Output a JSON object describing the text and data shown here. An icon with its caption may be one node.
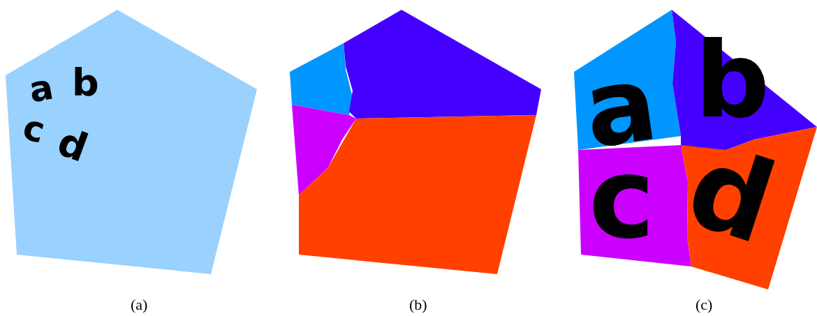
{
  "diagram": {
    "nodes": [
      {
        "text": [
          "a",
          "b",
          "c",
          "d"
        ]
      },
      {
        "text": [
          "a"
        ]
      },
      {
        "text": [
          "b"
        ]
      },
      {
        "text": [
          "c"
        ]
      },
      {
        "text": [
          "d"
        ]
      }
    ],
    "labels": [
      "(a)",
      "(b)",
      "(c)"
    ]
  }
}
